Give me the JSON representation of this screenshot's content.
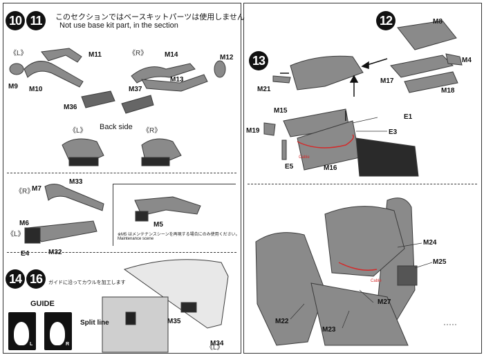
{
  "header": {
    "step_a": "10",
    "step_b": "11",
    "jp_note": "このセクションではベースキットパーツは使用しません",
    "en_note": "Not use base kit part, in the section"
  },
  "steps": {
    "s12": "12",
    "s13": "13",
    "s14": "14",
    "s16": "16"
  },
  "sides": {
    "left": "《L》",
    "right": "《R》",
    "back_side": "Back side"
  },
  "parts": {
    "m4": "M4",
    "m5": "M5",
    "m6": "M6",
    "m7": "M7",
    "m8": "M8",
    "m9": "M9",
    "m10": "M10",
    "m11": "M11",
    "m12": "M12",
    "m13": "M13",
    "m14": "M14",
    "m15": "M15",
    "m16": "M16",
    "m17": "M17",
    "m18": "M18",
    "m19": "M19",
    "m21": "M21",
    "m22": "M22",
    "m23": "M23",
    "m24": "M24",
    "m25": "M25",
    "m27": "M27",
    "m32": "M32",
    "m33": "M33",
    "m34": "M34",
    "m35": "M35",
    "m36": "M36",
    "m37": "M37",
    "e1": "E1",
    "e3": "E3",
    "e4": "E4",
    "e5": "E5"
  },
  "notes": {
    "cable": "Cable",
    "m5_jp": "※M5 はメンテナンスシーンを再現する場合にのみ使用ください。",
    "m5_en": "Maintenance scene",
    "guide_jp": "ガイドに沿ってカウルを加工します",
    "guide": "GUIDE",
    "split_line": "Split line",
    "card_l": "L",
    "card_r": "R"
  },
  "colors": {
    "part_gray": "#8a8a8a",
    "part_dark": "#555555",
    "cable_red": "#d42a2a",
    "shadow": "#2a2a2a"
  }
}
